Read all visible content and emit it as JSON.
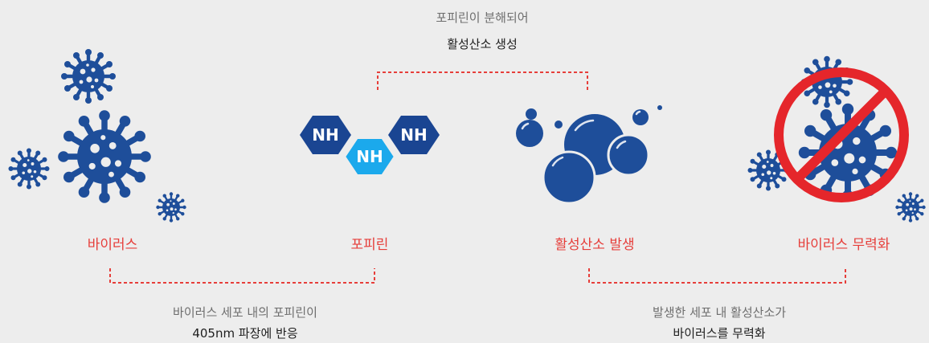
{
  "top_caption": {
    "line1": "포피린이 분해되어",
    "line2": "활성산소 생성"
  },
  "labels": {
    "virus": "바이러스",
    "porphyrin": "포피린",
    "ros": "활성산소 발생",
    "neutralized": "바이러스 무력화"
  },
  "molecule": {
    "nh1": "NH",
    "nh2": "NH",
    "nh3": "NH"
  },
  "bottom_left_caption": {
    "line1": "바이러스 세포 내의 포피린이",
    "line2": "405nm 파장에 반응"
  },
  "bottom_right_caption": {
    "line1": "발생한 세포 내 활성산소가",
    "line2": "바이러스를 무력화"
  },
  "colors": {
    "virus_blue": "#1e4e9a",
    "hex_dark": "#1a4592",
    "hex_light": "#1ba9ec",
    "accent_red": "#e63e3a",
    "prohibit_red": "#e5262b"
  }
}
